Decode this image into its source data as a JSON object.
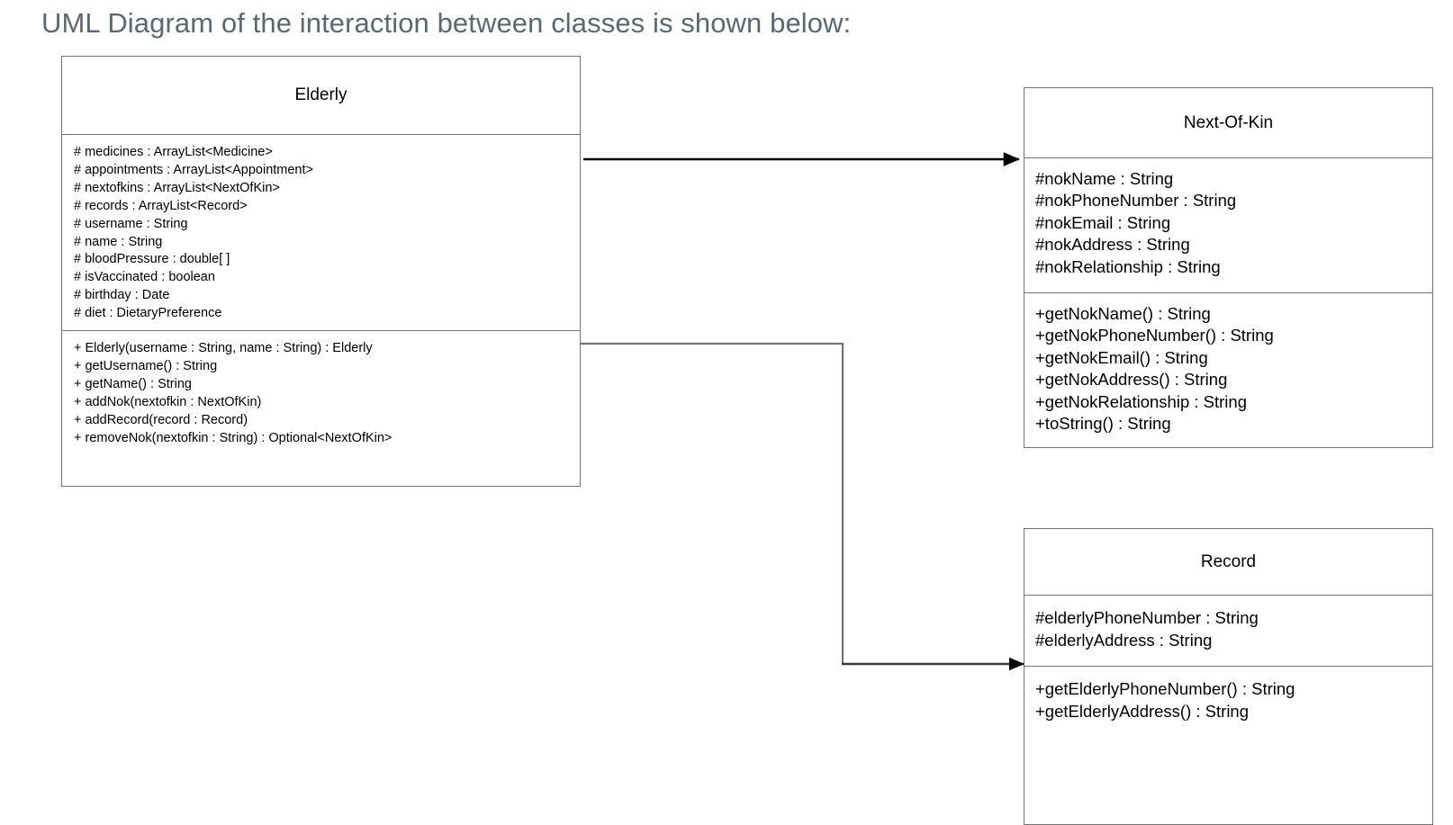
{
  "page": {
    "title": "UML Diagram of the interaction between classes is shown below:",
    "title_color": "#5c6773",
    "background": "#ffffff",
    "border_color": "#737373",
    "text_color": "#000000"
  },
  "diagram": {
    "type": "uml-class-diagram",
    "classes": [
      {
        "id": "elderly",
        "name": "Elderly",
        "attributes": [
          "# medicines : ArrayList<Medicine>",
          "# appointments : ArrayList<Appointment>",
          "# nextofkins : ArrayList<NextOfKin>",
          "# records : ArrayList<Record>",
          "# username : String",
          "# name : String",
          "# bloodPressure : double[ ]",
          "# isVaccinated : boolean",
          "# birthday : Date",
          "# diet : DietaryPreference"
        ],
        "methods": [
          "+ Elderly(username : String, name : String) : Elderly",
          "+ getUsername() : String",
          "+ getName() : String",
          "+ addNok(nextofkin : NextOfKin)",
          "+ addRecord(record : Record)",
          "+ removeNok(nextofkin : String) : Optional<NextOfKin>"
        ]
      },
      {
        "id": "next-of-kin",
        "name": "Next-Of-Kin",
        "attributes": [
          "#nokName : String",
          "#nokPhoneNumber : String",
          "#nokEmail : String",
          "#nokAddress : String",
          "#nokRelationship : String"
        ],
        "methods": [
          "+getNokName() : String",
          "+getNokPhoneNumber() : String",
          "+getNokEmail() : String",
          "+getNokAddress() : String",
          "+getNokRelationship : String",
          "+toString() : String"
        ]
      },
      {
        "id": "record",
        "name": "Record",
        "attributes": [
          "#elderlyPhoneNumber : String",
          "#elderlyAddress : String"
        ],
        "methods": [
          "+getElderlyPhoneNumber() : String",
          "+getElderlyAddress() : String"
        ]
      }
    ],
    "connectors": [
      {
        "id": "assoc-elderly-nok",
        "from": "elderly",
        "to": "next-of-kin",
        "style": "straight-arrow",
        "color": "#000000"
      },
      {
        "id": "assoc-elderly-record",
        "from": "elderly",
        "to": "record",
        "style": "elbow-arrow",
        "color": "#737373"
      }
    ]
  }
}
